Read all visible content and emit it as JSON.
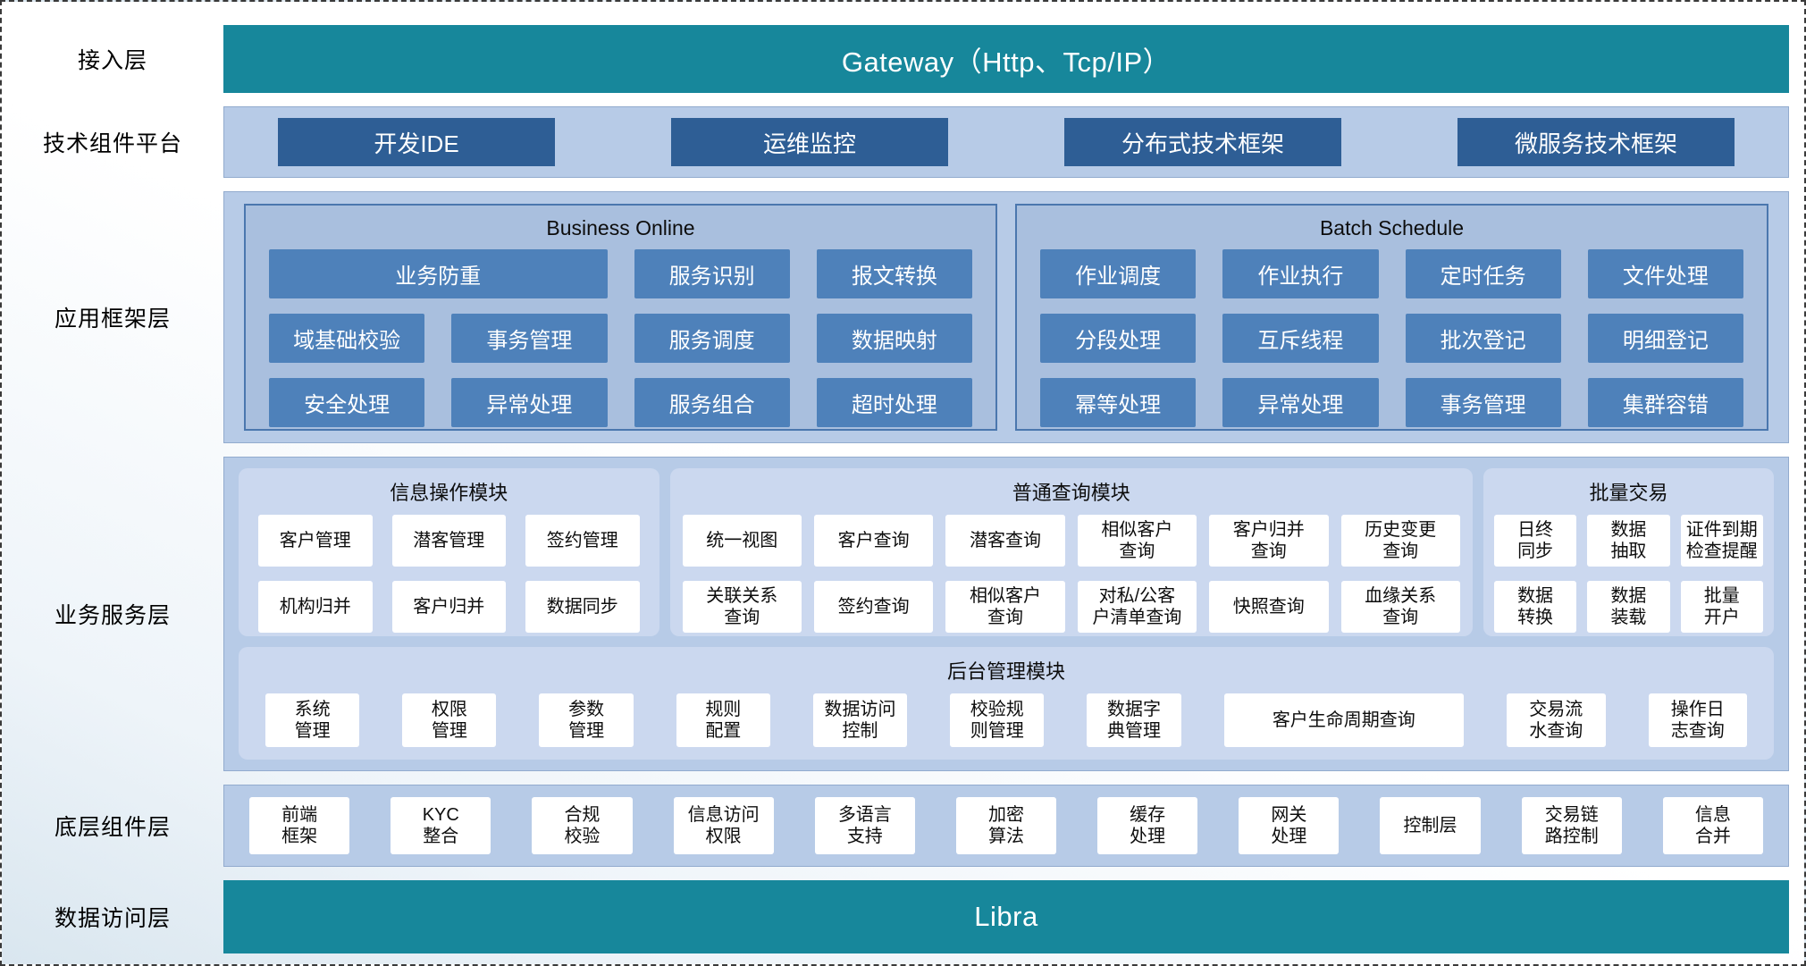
{
  "colors": {
    "teal": "#17879B",
    "container_blue": "#B7CBE7",
    "panel_blue": "#A9BFDE",
    "button_blue": "#4E81BA",
    "navy": "#2E5E95",
    "module_bg": "#CBD8EF"
  },
  "access_layer": {
    "label": "接入层",
    "gateway": "Gateway（Http、Tcp/IP）"
  },
  "tech_platform": {
    "label": "技术组件平台",
    "items": [
      "开发IDE",
      "运维监控",
      "分布式技术框架",
      "微服务技术框架"
    ]
  },
  "app_framework": {
    "label": "应用框架层",
    "business_online": {
      "title": "Business Online",
      "row1": [
        "业务防重",
        "服务识别",
        "报文转换"
      ],
      "row2": [
        "域基础校验",
        "事务管理",
        "服务调度",
        "数据映射"
      ],
      "row3": [
        "安全处理",
        "异常处理",
        "服务组合",
        "超时处理"
      ]
    },
    "batch_schedule": {
      "title": "Batch Schedule",
      "row1": [
        "作业调度",
        "作业执行",
        "定时任务",
        "文件处理"
      ],
      "row2": [
        "分段处理",
        "互斥线程",
        "批次登记",
        "明细登记"
      ],
      "row3": [
        "幂等处理",
        "异常处理",
        "事务管理",
        "集群容错"
      ]
    }
  },
  "business_service": {
    "label": "业务服务层",
    "info_module": {
      "title": "信息操作模块",
      "items": [
        "客户管理",
        "潜客管理",
        "签约管理",
        "机构归并",
        "客户归并",
        "数据同步"
      ]
    },
    "query_module": {
      "title": "普通查询模块",
      "items": [
        "统一视图",
        "客户查询",
        "潜客查询",
        "相似客户\n查询",
        "客户归并\n查询",
        "历史变更\n查询",
        "关联关系\n查询",
        "签约查询",
        "相似客户\n查询",
        "对私/公客\n户清单查询",
        "快照查询",
        "血缘关系\n查询"
      ]
    },
    "batch_trade": {
      "title": "批量交易",
      "items": [
        "日终\n同步",
        "数据\n抽取",
        "证件到期\n检查提醒",
        "数据\n转换",
        "数据\n装载",
        "批量\n开户"
      ]
    },
    "admin_module": {
      "title": "后台管理模块",
      "items": [
        "系统\n管理",
        "权限\n管理",
        "参数\n管理",
        "规则\n配置",
        "数据访问\n控制",
        "校验规\n则管理",
        "数据字\n典管理",
        "客户生命周期查询",
        "交易流\n水查询",
        "操作日\n志查询"
      ]
    }
  },
  "base_components": {
    "label": "底层组件层",
    "items": [
      "前端\n框架",
      "KYC\n整合",
      "合规\n校验",
      "信息访问\n权限",
      "多语言\n支持",
      "加密\n算法",
      "缓存\n处理",
      "网关\n处理",
      "控制层",
      "交易链\n路控制",
      "信息\n合并"
    ]
  },
  "data_access": {
    "label": "数据访问层",
    "bar": "Libra"
  }
}
